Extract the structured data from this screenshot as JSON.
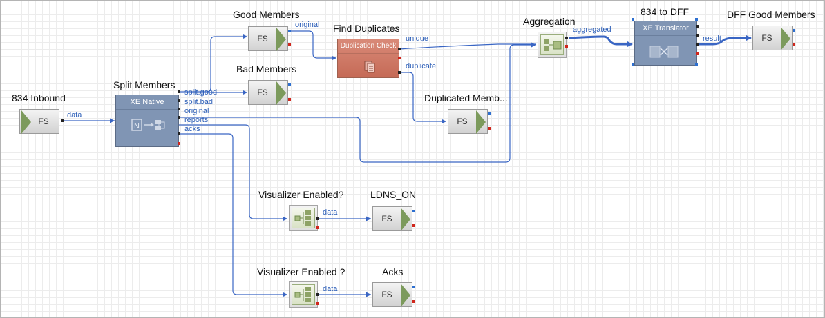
{
  "nodes": {
    "inbound": {
      "title": "834 Inbound",
      "body": "FS"
    },
    "split": {
      "title": "Split Members",
      "header": "XE Native"
    },
    "good": {
      "title": "Good Members",
      "body": "FS"
    },
    "bad": {
      "title": "Bad Members",
      "body": "FS"
    },
    "dupcheck": {
      "title": "Find Duplicates",
      "header": "Duplication Check"
    },
    "duplicated": {
      "title": "Duplicated Memb...",
      "body": "FS"
    },
    "aggregation": {
      "title": "Aggregation"
    },
    "translator": {
      "title": "834 to DFF",
      "header": "XE Translator"
    },
    "dffgood": {
      "title": "DFF Good Members",
      "body": "FS"
    },
    "viz1": {
      "title": "Visualizer Enabled?"
    },
    "ldns": {
      "title": "LDNS_ON",
      "body": "FS"
    },
    "viz2": {
      "title": "Visualizer Enabled ?"
    },
    "acks": {
      "title": "Acks",
      "body": "FS"
    }
  },
  "ports": {
    "inbound_data": "data",
    "split_good": "split.good",
    "split_bad": "split.bad",
    "split_original": "original",
    "split_reports": "reports",
    "split_acks": "acks",
    "good_original": "original",
    "dup_unique": "unique",
    "dup_duplicate": "duplicate",
    "agg_aggregated": "aggregated",
    "trans_result": "result",
    "viz1_data": "data",
    "viz2_data": "data"
  },
  "colors": {
    "wire": "#3a66c4",
    "node_blue": "#8095b4",
    "node_red": "#c9735f",
    "fs_arrow": "#7c9a5c",
    "port_red": "#d0261c",
    "port_blue": "#2d6fd0"
  }
}
